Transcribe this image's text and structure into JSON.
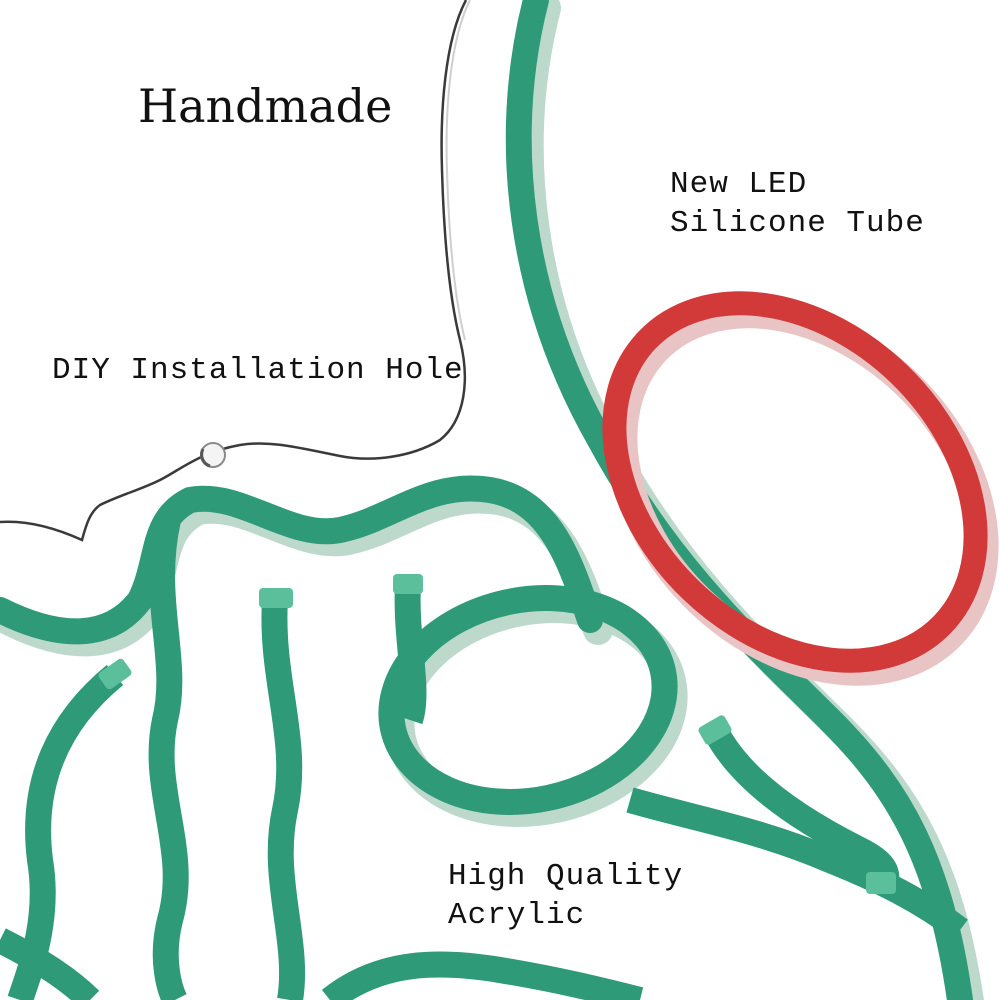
{
  "labels": {
    "handmade": "Handmade",
    "led_line1": "New LED",
    "led_line2": "Silicone Tube",
    "hole": "DIY Installation Hole",
    "acrylic_line1": "High Quality",
    "acrylic_line2": "Acrylic"
  },
  "colors": {
    "tube_green": "#2f9a78",
    "tube_green_shadow": "#bcd9cc",
    "tube_red": "#d23a3a",
    "tube_red_shadow": "#e9c4c4",
    "acrylic_edge": "#3a3a3a",
    "background": "#ffffff"
  }
}
